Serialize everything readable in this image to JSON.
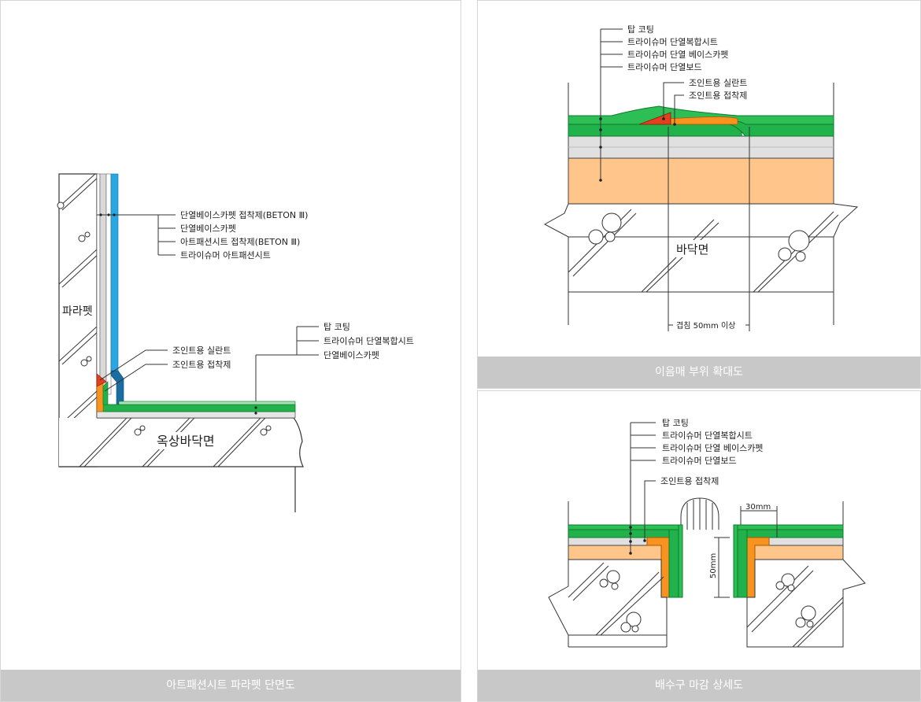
{
  "colors": {
    "caption_bg": "#c8c8c8",
    "green": "#22b24c",
    "dark_green": "#0f8a2f",
    "orange": "#f7931e",
    "red": "#e2401e",
    "blue": "#2aa7e0",
    "peach": "#ffc58a",
    "gray_sheet": "#d9d9d9"
  },
  "left_panel": {
    "caption": "아트패션시트 파라펫 단면도",
    "wall_label": "파라펫",
    "floor_label": "옥상바닥면",
    "vertical_labels": [
      "단열베이스카펫 접착제(BETON Ⅲ)",
      "단열베이스카펫",
      "아트패션시트 접착제(BETON Ⅲ)",
      "트라이슈머 아트패션시트"
    ],
    "joint_labels": [
      "조인트용 실란트",
      "조인트용 접착제"
    ],
    "floor_labels": [
      "탑 코팅",
      "트라이슈머 단열복합시트",
      "단열베이스카펫"
    ]
  },
  "top_right_panel": {
    "caption": "이음매 부위 확대도",
    "labels": [
      "탑 코팅",
      "트라이슈머 단열복합시트",
      "트라이슈머 단열 베이스카펫",
      "트라이슈머 단열보드"
    ],
    "joint_labels": [
      "조인트용 실란트",
      "조인트용 접착제"
    ],
    "floor_label": "바닥면",
    "dimension": "겹침 50mm 이상"
  },
  "bottom_right_panel": {
    "caption": "배수구 마감 상세도",
    "labels": [
      "탑 코팅",
      "트라이슈머 단열복합시트",
      "트라이슈머 단열 베이스카펫",
      "트라이슈머 단열보드"
    ],
    "joint_label": "조인트용 접착제",
    "dim_width": "30mm",
    "dim_height": "50mm"
  }
}
